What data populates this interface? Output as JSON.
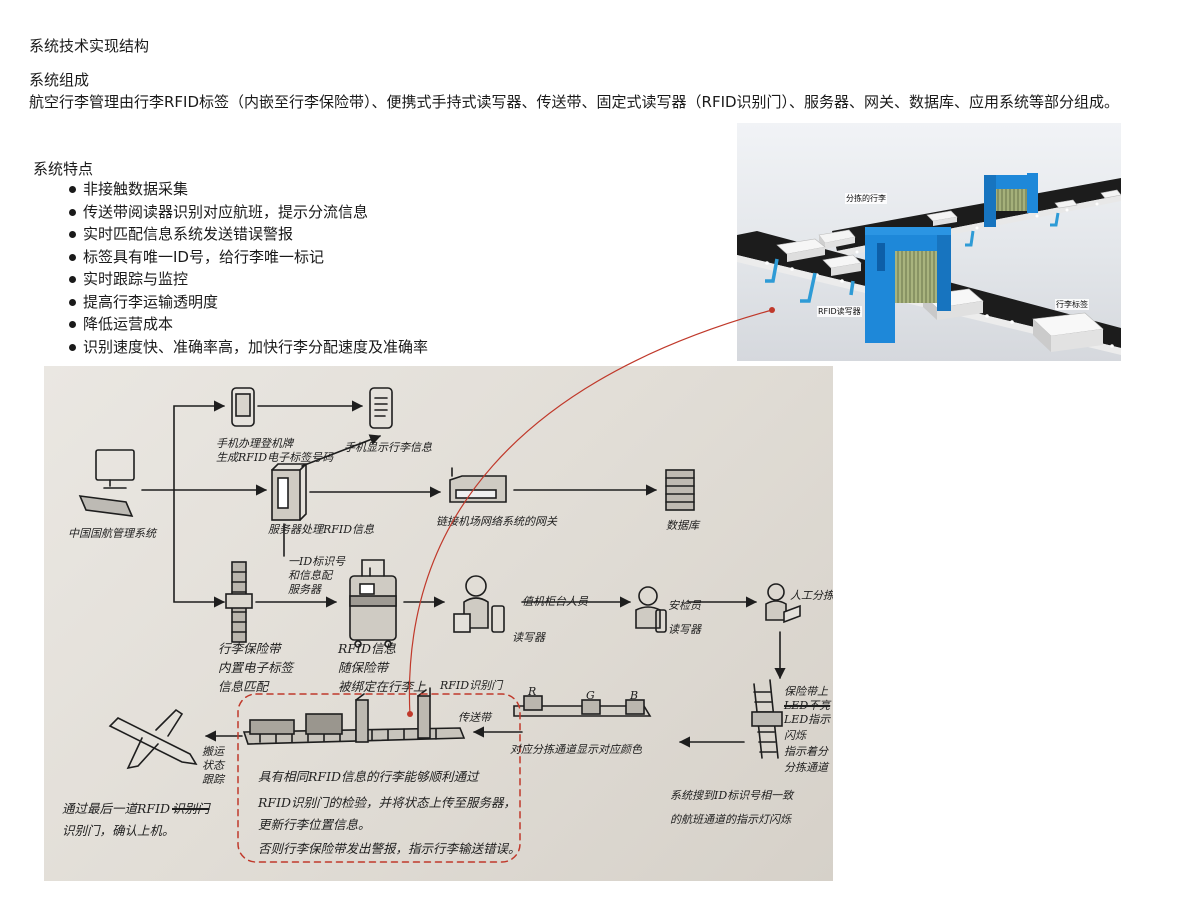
{
  "page": {
    "title": "系统技术实现结构",
    "composition_heading": "系统组成",
    "composition_text": "航空行李管理由行李RFID标签（内嵌至行李保险带）、便携式手持式读写器、传送带、固定式读写器（RFID识别门）、服务器、网关、数据库、应用系统等部分组成。",
    "features_heading": "系统特点",
    "features": [
      "非接触数据采集",
      "传送带阅读器识别对应航班，提示分流信息",
      "实时匹配信息系统发送错误警报",
      "标签具有唯一ID号，给行李唯一标记",
      "实时跟踪与监控",
      "提高行李运输透明度",
      "降低运营成本",
      "识别速度快、准确率高，加快行李分配速度及准确率"
    ]
  },
  "render": {
    "labels": {
      "sorted_baggage": "分拣的行李",
      "rfid_reader": "RFID读写器",
      "baggage_tag": "行李标签"
    },
    "colors": {
      "reader": "#1e88d9",
      "belt": "#1c1c1c",
      "callout": "#c0392b"
    }
  },
  "sketch": {
    "labels": {
      "phone_caption_1": "手机办理登机牌",
      "phone_caption_2": "生成RFID电子标签号码",
      "phone_show": "手机显示行李信息",
      "server": "服务器处理RFID信息",
      "gateway": "链接机场网络系统的网关",
      "database": "数据库",
      "system": "中国国航管理系统",
      "tag_id": "一ID标识号",
      "tag_id_2": "和信息配",
      "tag_id_3": "服务器",
      "strap_1": "行李保险带",
      "strap_2": "内置电子标签",
      "strap_3": "信息匹配",
      "rfid_1": "RFID信息",
      "rfid_2": "随保险带",
      "rfid_3": "被绑定在行李上",
      "checkin": "值机柜台人员",
      "reader_1": "读写器",
      "security": "安检员",
      "reader_2": "读写器",
      "manual": "人工分拣",
      "gate_label": "RFID识别门",
      "belt_label": "传送带",
      "bins": [
        "R",
        "G",
        "B"
      ],
      "channel_display": "对应分拣通道显示对应颜色",
      "led_1": "保险带上",
      "led_2": "LED不亮",
      "led_3": "LED指示",
      "led_4": "闪烁",
      "led_5": "指示着分",
      "led_6": "分拣通道",
      "match_1": "系统搜到ID标识号相一致",
      "match_2": "的航班通道的指示灯闪烁",
      "track_1": "搬运",
      "track_2": "状态",
      "track_3": "跟踪",
      "final_1": "通过最后一道RFID",
      "final_strike": "识别门",
      "final_2": "识别门，确认上机。",
      "note_1": "具有相同RFID信息的行李能够顺利通过",
      "note_2": "RFID识别门的检验，并将状态上传至服务器，",
      "note_3": "更新行李位置信息。",
      "note_4": "否则行李保险带发出警报，指示行李输送错误。"
    }
  }
}
